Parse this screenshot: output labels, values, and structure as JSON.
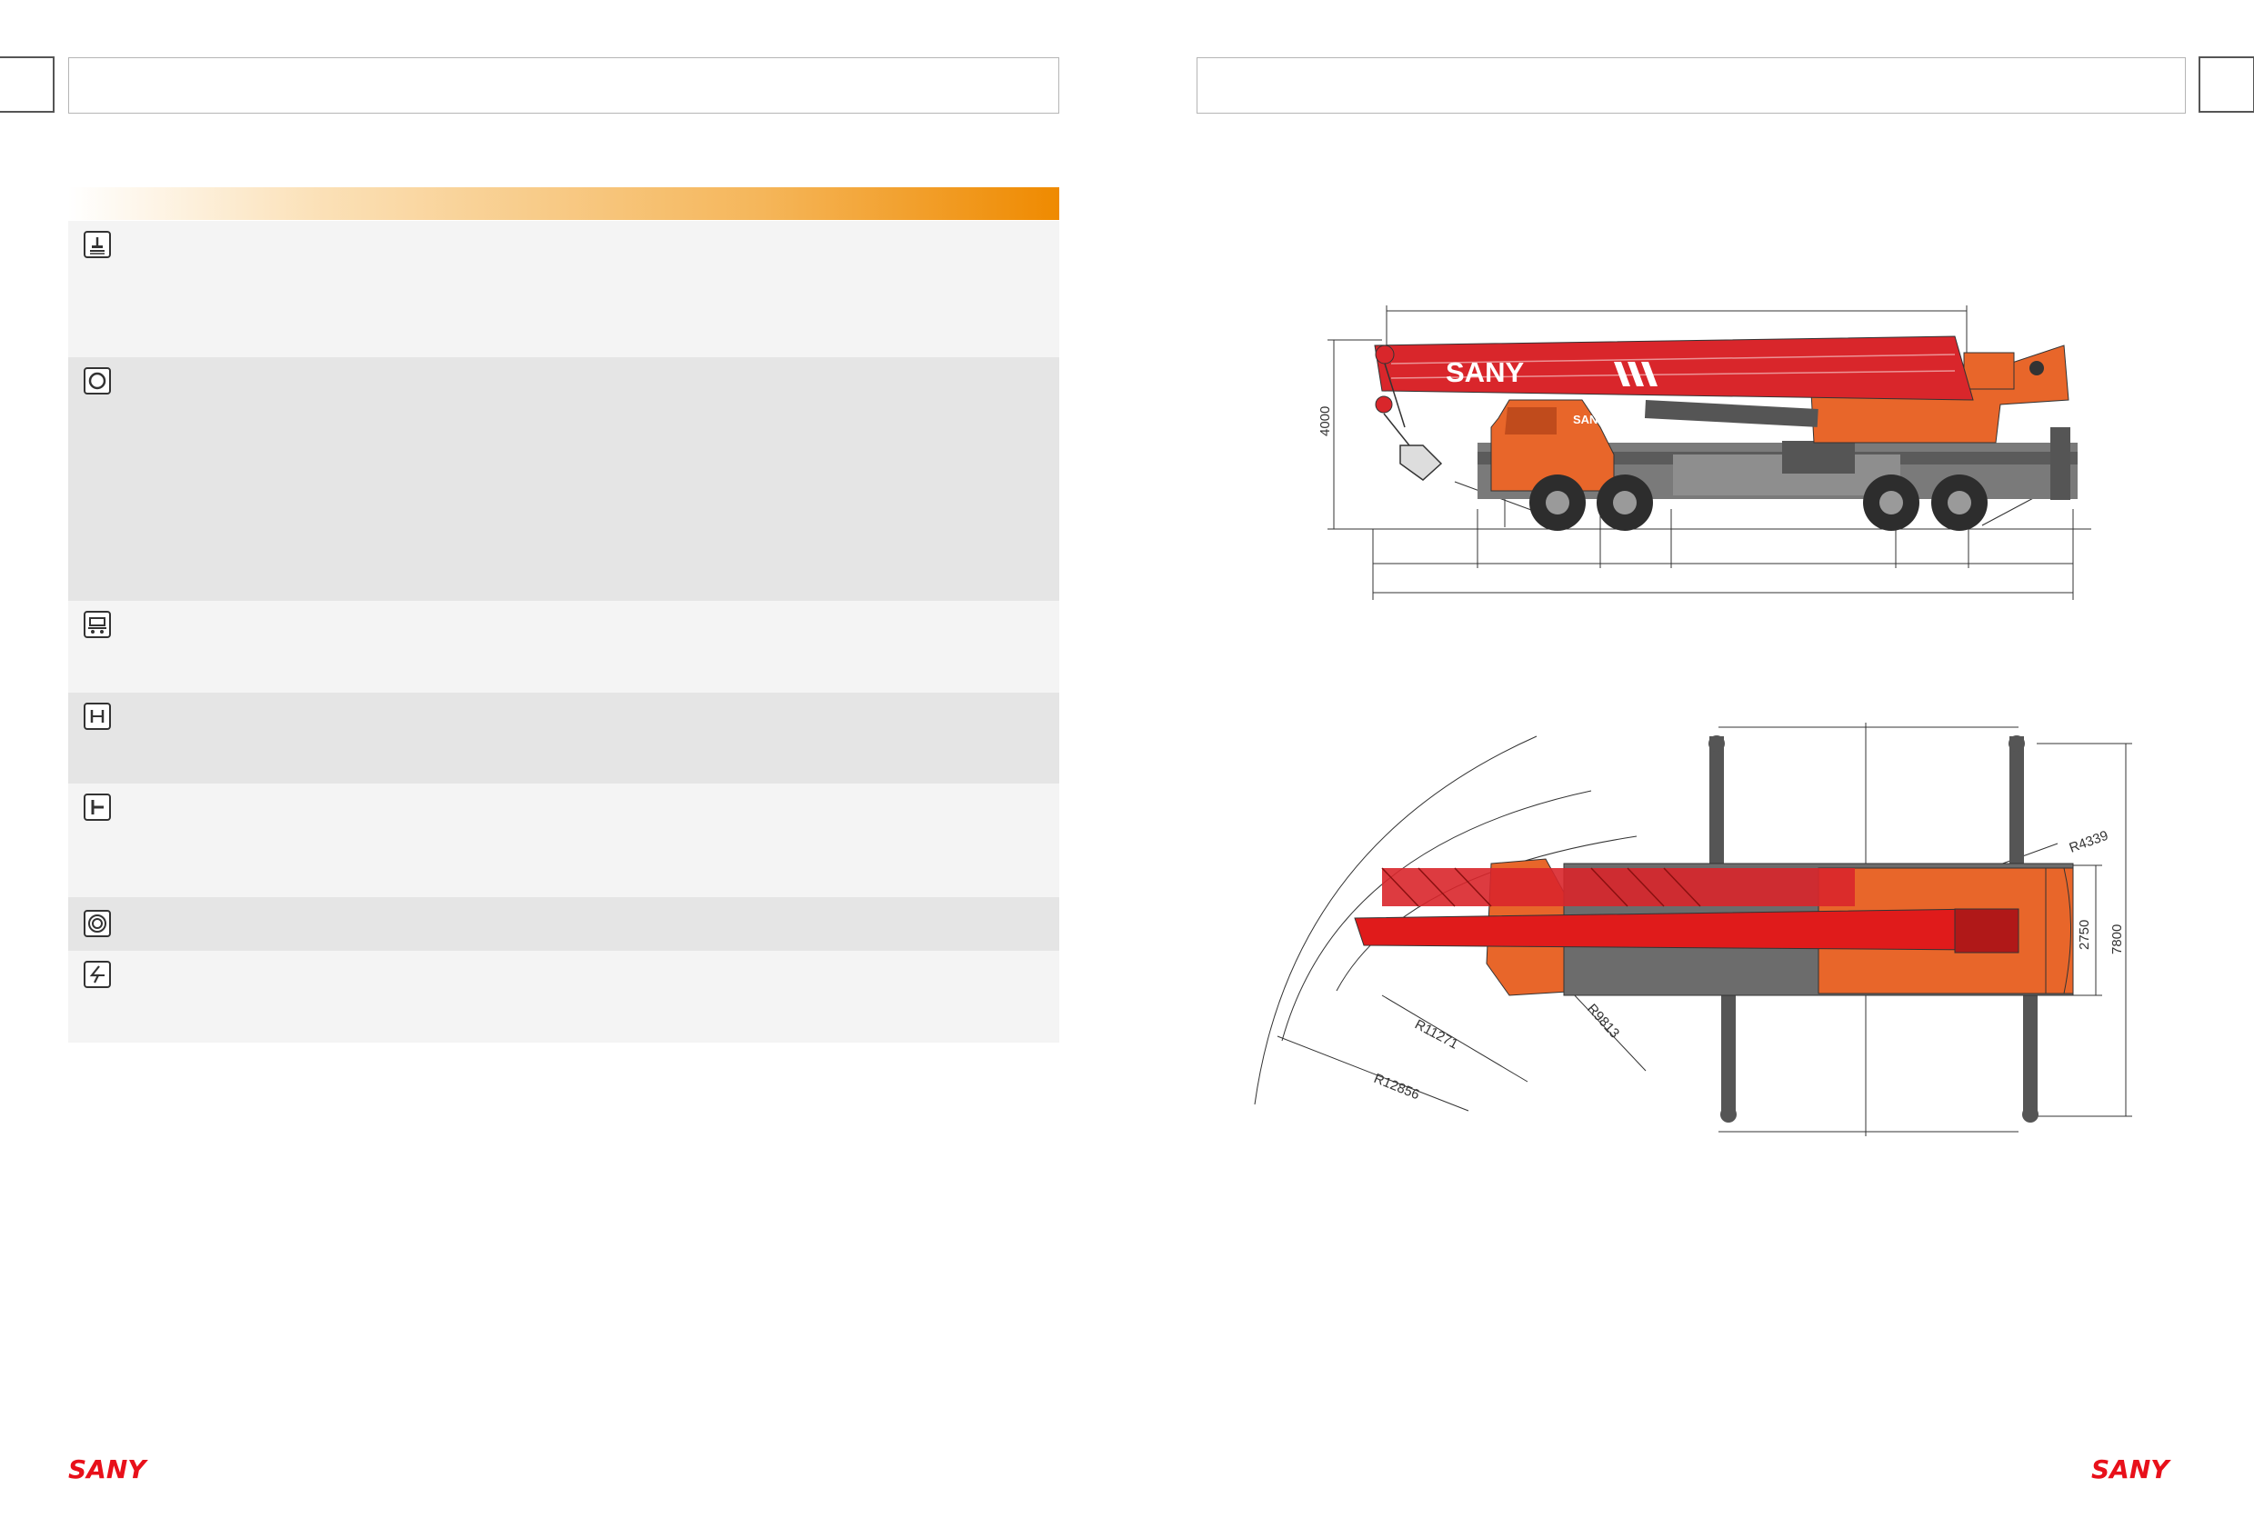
{
  "left_page": {
    "header_title": "",
    "section_title": "",
    "spec_rows": [
      {
        "icon": "operator-controls-icon",
        "label": "",
        "shade": "#f4f4f4"
      },
      {
        "icon": "steering-wheel-icon",
        "label": "",
        "shade": "#e5e5e5"
      },
      {
        "icon": "chassis-frame-icon",
        "label": "",
        "shade": "#f4f4f4"
      },
      {
        "icon": "axle-icon",
        "label": "",
        "shade": "#e5e5e5"
      },
      {
        "icon": "outrigger-icon",
        "label": "",
        "shade": "#f4f4f4"
      },
      {
        "icon": "tire-icon",
        "label": "",
        "shade": "#e5e5e5"
      },
      {
        "icon": "electrical-icon",
        "label": "",
        "shade": "#f4f4f4"
      }
    ],
    "footer_logo": "SANY"
  },
  "right_page": {
    "header_title": "",
    "side_view": {
      "boom_logo": "SANY",
      "cab_logo": "SANY",
      "height_dimension": "4000"
    },
    "top_view": {
      "radius_labels": [
        "R4339",
        "R9813",
        "R11271",
        "R12856"
      ],
      "width_dimensions": [
        "2750",
        "7800"
      ]
    },
    "footer_logo": "SANY"
  },
  "colors": {
    "brand_red": "#e8101a",
    "brand_orange": "#ef8a00",
    "boom_red": "#d9262b",
    "body_orange": "#e8662a",
    "chassis_grey": "#6c6c6c"
  }
}
